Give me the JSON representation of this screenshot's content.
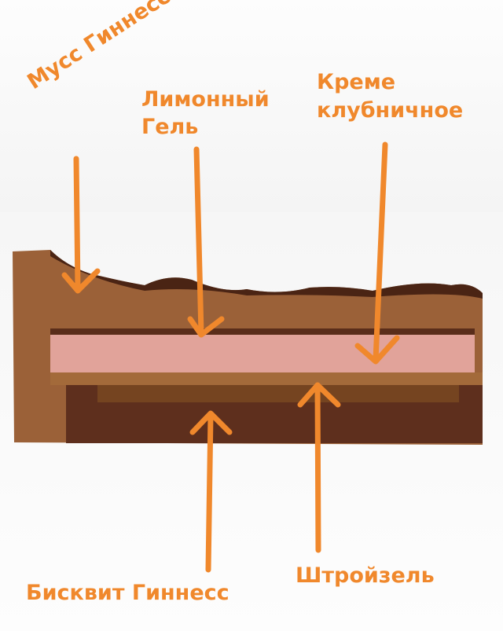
{
  "labels": {
    "mousse": "Мусс Гиннесс",
    "lemon_gel_line1": "Лимонный",
    "lemon_gel_line2": "Гель",
    "strawberry_line1": "Креме",
    "strawberry_line2": "клубничное",
    "biscuit": "Бисквит Гиннесс",
    "streusel": "Штройзель"
  },
  "colors": {
    "annotation": "#f0882c"
  }
}
